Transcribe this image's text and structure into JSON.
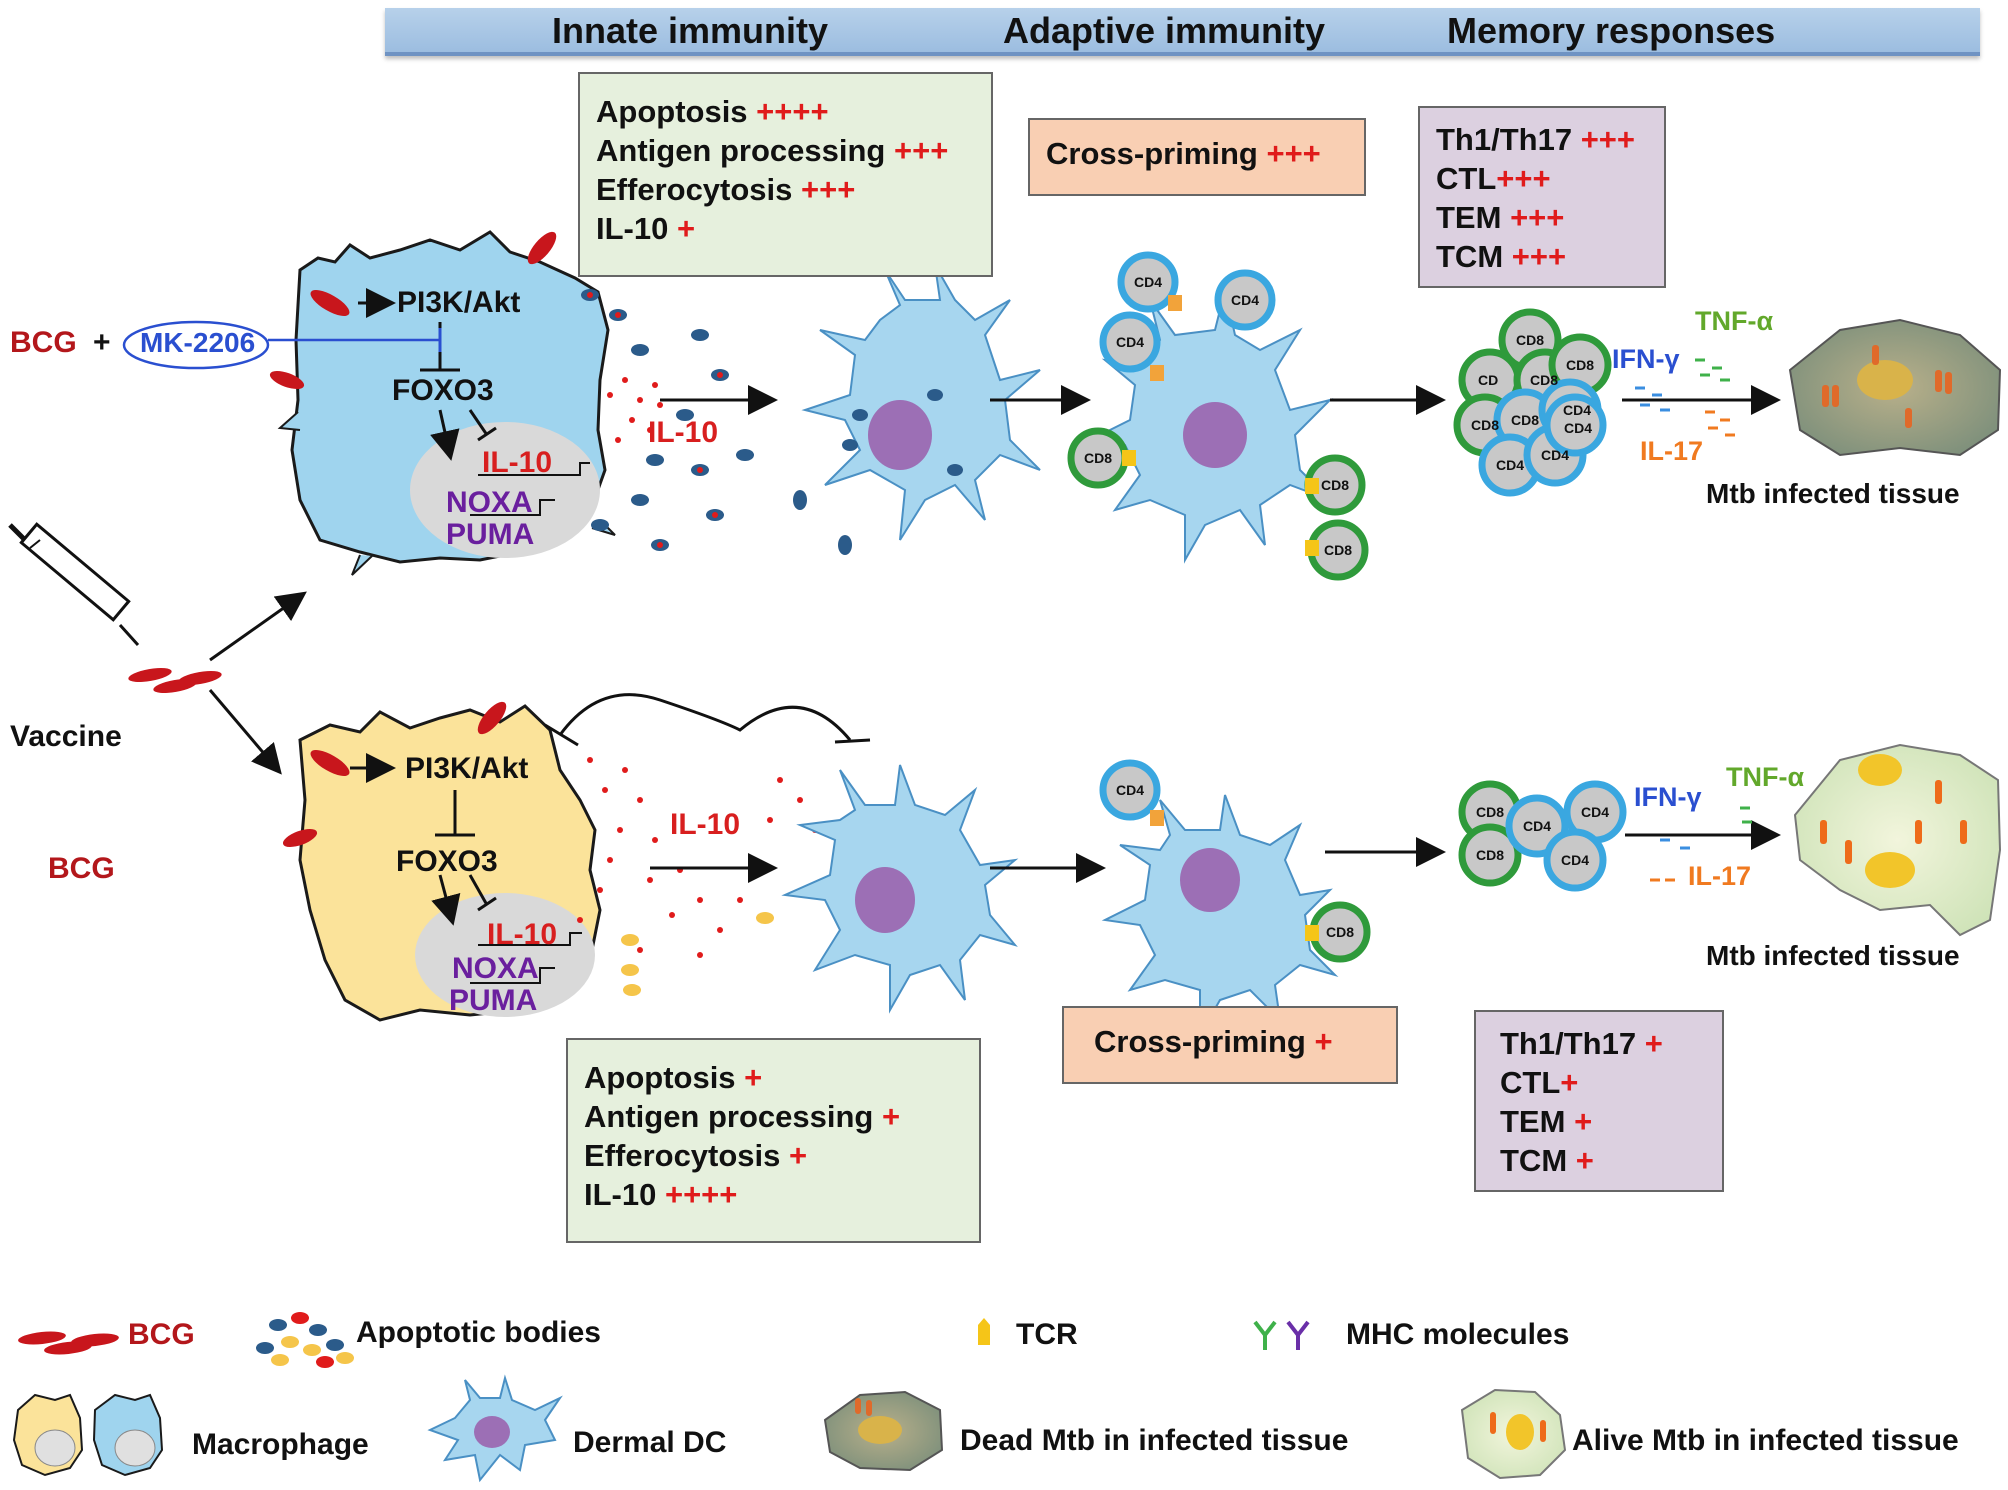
{
  "header": {
    "innate": "Innate immunity",
    "adaptive": "Adaptive immunity",
    "memory": "Memory responses"
  },
  "top": {
    "innate_box": [
      {
        "label": "Apoptosis ",
        "plus": "++++"
      },
      {
        "label": "Antigen processing ",
        "plus": "+++"
      },
      {
        "label": "Efferocytosis ",
        "plus": "+++"
      },
      {
        "label": "IL-10 ",
        "plus": "+"
      }
    ],
    "cross_priming": {
      "label": "Cross-priming ",
      "plus": "+++"
    },
    "memory_box": [
      {
        "label": "Th1/Th17 ",
        "plus": "+++"
      },
      {
        "label": "CTL",
        "plus": "+++"
      },
      {
        "label": "TEM ",
        "plus": "+++"
      },
      {
        "label": "TCM ",
        "plus": "+++"
      }
    ],
    "bcg": "BCG",
    "plus_sign": "+",
    "inhibitor": "MK-2206",
    "pi3k": "PI3K/Akt",
    "foxo3": "FOXO3",
    "il10_gene": "IL-10",
    "noxa": "NOXA",
    "puma": "PUMA",
    "il10_secreted": "IL-10",
    "cytokines": {
      "ifn": "IFN-γ",
      "tnf": "TNF-α",
      "il17": "IL-17"
    },
    "tissue_label": "Mtb infected tissue",
    "cells": {
      "cd4": "CD4",
      "cd8": "CD8",
      "cd_partial": "CD"
    }
  },
  "bottom": {
    "innate_box": [
      {
        "label": "Apoptosis  ",
        "plus": "+"
      },
      {
        "label": "Antigen processing  ",
        "plus": "+"
      },
      {
        "label": "Efferocytosis  ",
        "plus": "+"
      },
      {
        "label": "IL-10 ",
        "plus": "++++"
      }
    ],
    "cross_priming": {
      "label": "Cross-priming ",
      "plus": "+"
    },
    "memory_box": [
      {
        "label": "Th1/Th17 ",
        "plus": "+"
      },
      {
        "label": "CTL",
        "plus": "+"
      },
      {
        "label": "TEM ",
        "plus": "+"
      },
      {
        "label": "TCM ",
        "plus": "+"
      }
    ],
    "bcg": "BCG",
    "pi3k": "PI3K/Akt",
    "foxo3": "FOXO3",
    "il10_gene": "IL-10",
    "noxa": "NOXA",
    "puma": "PUMA",
    "il10_secreted": "IL-10",
    "cytokines": {
      "ifn": "IFN-γ",
      "tnf": "TNF-α",
      "il17": "IL-17"
    },
    "tissue_label": "Mtb infected tissue",
    "cells": {
      "cd4": "CD4",
      "cd8": "CD8"
    }
  },
  "vaccine_label": "Vaccine",
  "legend": {
    "bcg": "BCG",
    "apoptotic_bodies": "Apoptotic bodies",
    "tcr": "TCR",
    "mhc": "MHC molecules",
    "macrophage": "Macrophage",
    "dermal_dc": "Dermal DC",
    "dead_mtb": "Dead Mtb in infected tissue",
    "alive_mtb": "Alive Mtb in infected tissue"
  },
  "colors": {
    "macrophage_blue": "#9fd4ee",
    "macrophage_yellow": "#fbe39a",
    "dc_blue": "#a7d6ef",
    "bcg_red": "#c8161c",
    "plus_red": "#e01b1b"
  }
}
